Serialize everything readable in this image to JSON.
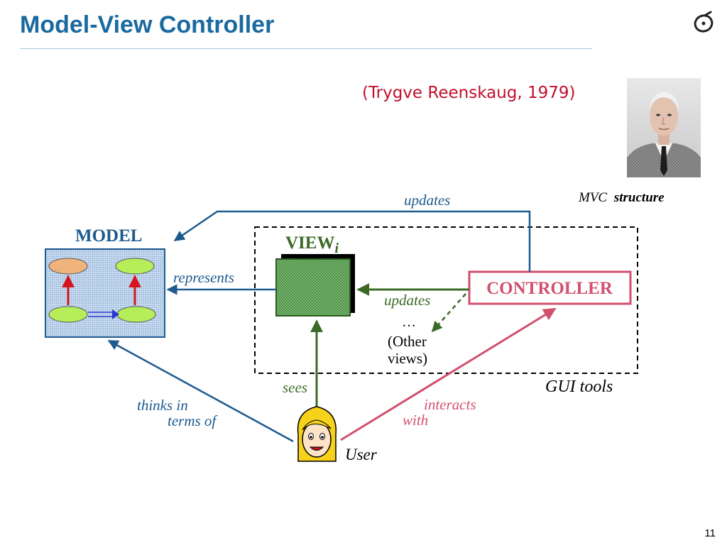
{
  "slide": {
    "title": "Model-View Controller",
    "credit": "(Trygve Reenskaug, 1979)",
    "slide_number": "11",
    "logo_icon": "eiffel-logo-icon",
    "portrait_icon": "portrait-photo-icon"
  },
  "diagram": {
    "caption": "MVC structure",
    "caption_prefix": "MVC",
    "caption_suffix": "structure",
    "model": {
      "label": "MODEL"
    },
    "view": {
      "label": "VIEW",
      "subscript": "i"
    },
    "controller": {
      "label": "CONTROLLER"
    },
    "gui_tools": "GUI  tools",
    "other_views": {
      "ellipsis": "…",
      "line1": "(Other",
      "line2": "views)"
    },
    "user": "User",
    "edges": {
      "updates_model": "updates",
      "represents": "represents",
      "updates_view": "updates",
      "sees": "sees",
      "thinks_line1": "thinks in",
      "thinks_line2": "terms of",
      "interacts_line1": "interacts",
      "interacts_line2": "with"
    },
    "colors": {
      "blue": "#1d5a8e",
      "green": "#3b6a26",
      "red": "#d2506e",
      "model_fill": "#b9d1ec",
      "view_fill": "#6fb76b",
      "controller_border": "#d2506e"
    }
  }
}
